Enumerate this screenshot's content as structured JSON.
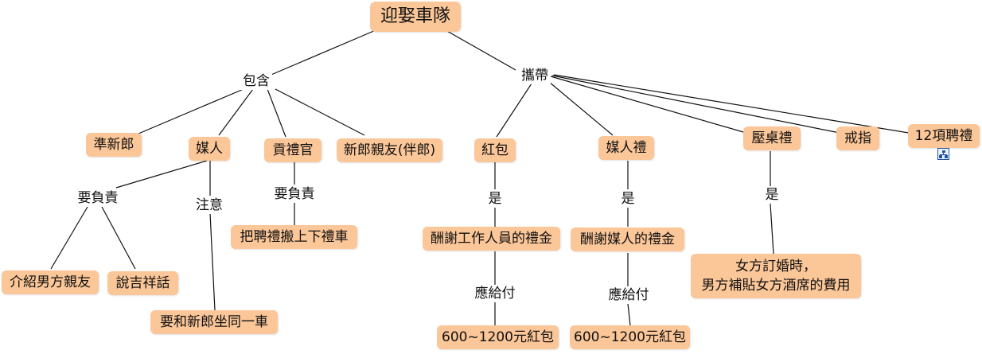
{
  "diagram": {
    "root": "迎娶車隊",
    "branches": {
      "include": "包含",
      "carry": "攜帶"
    },
    "include_items": {
      "groom": "準新郎",
      "matchmaker": "媒人",
      "gift_officer": "貢禮官",
      "friends": "新郎親友(伴郎)"
    },
    "matchmaker_details": {
      "responsible": "要負責",
      "attention": "注意",
      "introduce": "介紹男方親友",
      "blessing": "說吉祥話",
      "same_car": "要和新郎坐同一車"
    },
    "gift_officer_details": {
      "responsible": "要負責",
      "move": "把聘禮搬上下禮車"
    },
    "carry_items": {
      "red_envelope": "紅包",
      "matchmaker_gift": "媒人禮",
      "table_gift": "壓桌禮",
      "ring": "戒指",
      "twelve_gifts": "12項聘禮"
    },
    "red_envelope_details": {
      "is": "是",
      "thanks": "酬謝工作人員的禮金",
      "should_pay": "應給付",
      "amount": "600~1200元紅包"
    },
    "matchmaker_gift_details": {
      "is": "是",
      "thanks": "酬謝媒人的禮金",
      "should_pay": "應給付",
      "amount": "600~1200元紅包"
    },
    "table_gift_details": {
      "is": "是",
      "desc_line1": "女方訂婚時，",
      "desc_line2": "男方補貼女方酒席的費用"
    }
  },
  "colors": {
    "node_fill": "#fbc698",
    "line": "#111111",
    "attachment_icon": "#2255aa"
  },
  "icons": {
    "twelve_gifts_attachment": "hierarchy-icon"
  }
}
